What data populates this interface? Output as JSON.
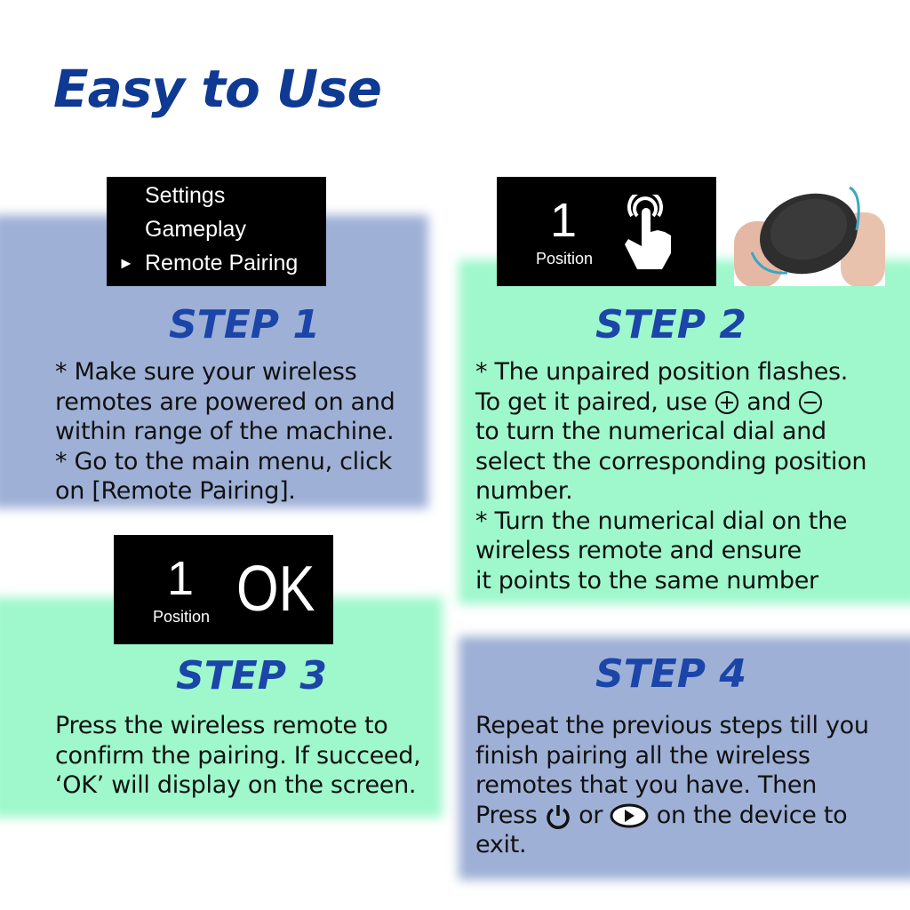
{
  "title": "Easy to Use",
  "colors": {
    "title": "#0e3a94",
    "step_heading": "#1b45a8",
    "panel_blue": "#9eb0d6",
    "panel_green": "#9ef8cc"
  },
  "menu": {
    "items": [
      "Settings",
      "Gameplay",
      "Remote Pairing"
    ],
    "selected_marker": "►"
  },
  "step1": {
    "heading": "STEP 1",
    "text": "* Make sure your wireless\nremotes are powered on and\nwithin range of the machine.\n* Go to the main menu, click\non [Remote Pairing]."
  },
  "step2": {
    "heading": "STEP 2",
    "screen_number": "1",
    "screen_label": "Position",
    "icons": [
      "tap-finger-icon",
      "remote-dial-photo",
      "plus-circle-icon",
      "minus-circle-icon"
    ],
    "text_a": "* The unpaired position flashes.\nTo get it paired, use ",
    "text_b": " and ",
    "text_c": "\nto turn the numerical dial and\nselect the corresponding position\nnumber.\n* Turn the numerical dial on the\nwireless remote and ensure\nit points to the same number"
  },
  "step3": {
    "heading": "STEP 3",
    "screen_number": "1",
    "screen_label": "Position",
    "screen_status": "OK",
    "text": "Press the wireless remote to\nconfirm the pairing. If succeed,\n‘OK’ will display on the screen."
  },
  "step4": {
    "heading": "STEP 4",
    "text_a": "Repeat the previous steps till you\nfinish pairing all the wireless\nremotes that you have. Then\nPress ",
    "text_b": " or ",
    "text_c": " on the device to\nexit.",
    "icons": [
      "power-icon",
      "play-icon"
    ]
  }
}
